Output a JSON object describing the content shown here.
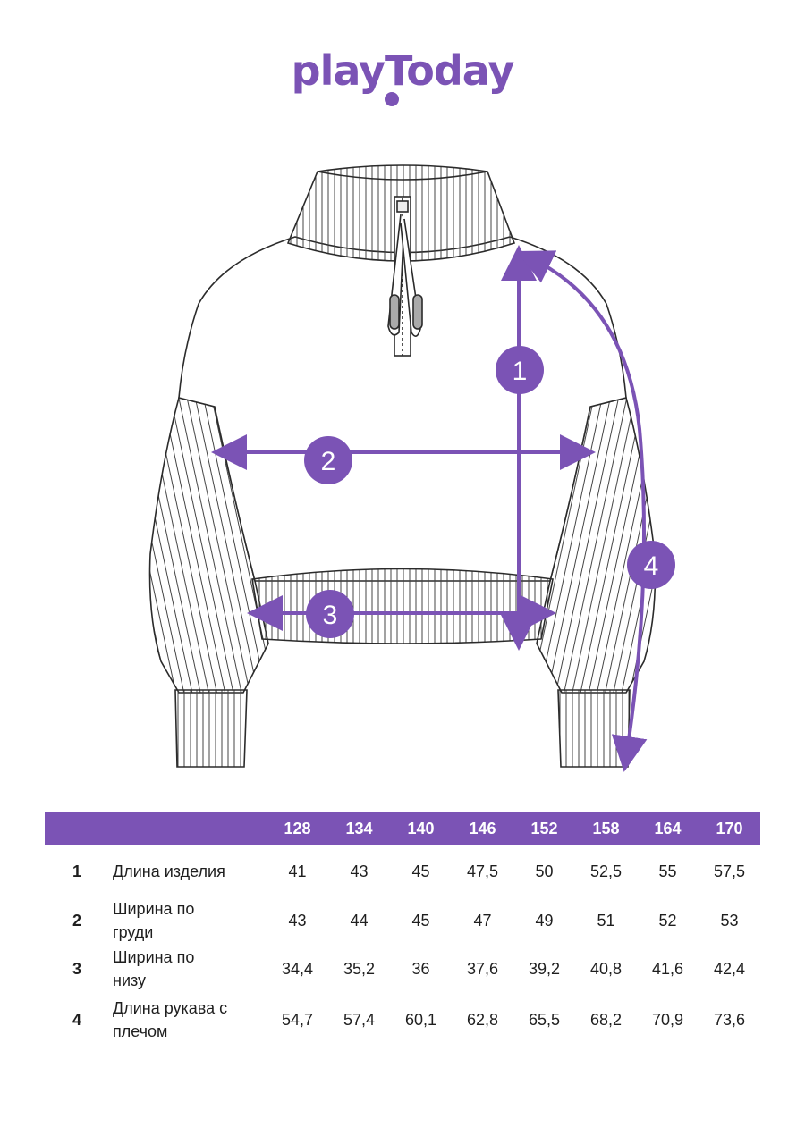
{
  "brand": {
    "logo_text": "playToday",
    "color": "#7b53b5"
  },
  "markers": [
    "1",
    "2",
    "3",
    "4"
  ],
  "table": {
    "header_color": "#7b53b5",
    "sizes": [
      "128",
      "134",
      "140",
      "146",
      "152",
      "158",
      "164",
      "170"
    ],
    "rows": [
      {
        "num": "1",
        "label": "Длина изделия",
        "values": [
          "41",
          "43",
          "45",
          "47,5",
          "50",
          "52,5",
          "55",
          "57,5"
        ]
      },
      {
        "num": "2",
        "label": "Ширина по груди",
        "values": [
          "43",
          "44",
          "45",
          "47",
          "49",
          "51",
          "52",
          "53"
        ]
      },
      {
        "num": "3",
        "label": "Ширина по низу",
        "values": [
          "34,4",
          "35,2",
          "36",
          "37,6",
          "39,2",
          "40,8",
          "41,6",
          "42,4"
        ]
      },
      {
        "num": "4",
        "label": "Длина рукава с плечом",
        "values": [
          "54,7",
          "57,4",
          "60,1",
          "62,8",
          "65,5",
          "68,2",
          "70,9",
          "73,6"
        ]
      }
    ]
  }
}
